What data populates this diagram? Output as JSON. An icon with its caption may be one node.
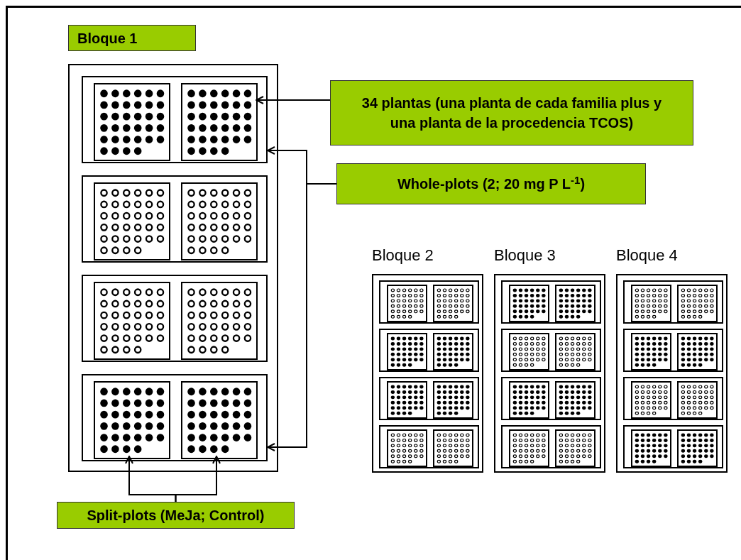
{
  "diagram": {
    "nodes": [
      {
        "text": [
          "Bloque 1"
        ]
      },
      {
        "text": [],
        "shape": "box"
      },
      {
        "text": [],
        "shape": "box",
        "in": 1
      },
      {
        "text": [],
        "shape": "box",
        "in": 1
      },
      {
        "text": [],
        "shape": "box",
        "in": 1
      },
      {
        "text": [],
        "shape": "box",
        "in": 1
      },
      {
        "text": [],
        "shape": "box",
        "in": 2
      },
      {
        "text": [],
        "shape": "box",
        "in": 2
      },
      {
        "text": [],
        "shape": "box",
        "in": 3
      },
      {
        "text": [],
        "shape": "box",
        "in": 3
      },
      {
        "text": [],
        "shape": "box",
        "in": 4
      },
      {
        "text": [],
        "shape": "box",
        "in": 4
      },
      {
        "text": [],
        "shape": "box",
        "in": 5
      },
      {
        "text": [],
        "shape": "box",
        "in": 5
      },
      {
        "text": [
          "34 plantas (una planta de cada familia plus y una planta de la procedencia TCOS)"
        ]
      },
      {
        "text": [
          "Whole-plots (2; 20 mg P L$^{-1}$)"
        ]
      },
      {
        "text": [
          "Bloque 2"
        ]
      },
      {
        "text": [],
        "shape": "box",
        "in": 16
      },
      {
        "text": [],
        "shape": "box",
        "in": 16
      },
      {
        "text": [],
        "shape": "box",
        "in": 16
      },
      {
        "text": [],
        "shape": "box",
        "in": 16
      },
      {
        "text": [],
        "shape": "box",
        "in": 17
      },
      {
        "text": [],
        "shape": "box",
        "in": 17
      },
      {
        "text": [],
        "shape": "box",
        "in": 18
      },
      {
        "text": [],
        "shape": "box",
        "in": 18
      },
      {
        "text": [],
        "shape": "box",
        "in": 19
      },
      {
        "text": [],
        "shape": "box",
        "in": 19
      },
      {
        "text": [],
        "shape": "box",
        "in": 20
      },
      {
        "text": [],
        "shape": "box",
        "in": 20
      },
      {
        "text": [
          "Bloque 3"
        ]
      },
      {
        "text": [],
        "shape": "box",
        "in": 29
      },
      {
        "text": [],
        "shape": "box",
        "in": 29
      },
      {
        "text": [],
        "shape": "box",
        "in": 29
      },
      {
        "text": [],
        "shape": "box",
        "in": 29
      },
      {
        "text": [],
        "shape": "box",
        "in": 30
      },
      {
        "text": [],
        "shape": "box",
        "in": 30
      },
      {
        "text": [],
        "shape": "box",
        "in": 31
      },
      {
        "text": [],
        "shape": "box",
        "in": 31
      },
      {
        "text": [],
        "shape": "box",
        "in": 32
      },
      {
        "text": [],
        "shape": "box",
        "in": 32
      },
      {
        "text": [],
        "shape": "box",
        "in": 33
      },
      {
        "text": [],
        "shape": "box",
        "in": 33
      },
      {
        "text": [
          "Bloque 4"
        ]
      },
      {
        "text": [],
        "shape": "box",
        "in": 42
      },
      {
        "text": [],
        "shape": "box",
        "in": 42
      },
      {
        "text": [],
        "shape": "box",
        "in": 42
      },
      {
        "text": [],
        "shape": "box",
        "in": 42
      },
      {
        "text": [],
        "shape": "box",
        "in": 43
      },
      {
        "text": [],
        "shape": "box",
        "in": 43
      },
      {
        "text": [],
        "shape": "box",
        "in": 44
      },
      {
        "text": [],
        "shape": "box",
        "in": 44
      },
      {
        "text": [],
        "shape": "box",
        "in": 45
      },
      {
        "text": [],
        "shape": "box",
        "in": 45
      },
      {
        "text": [],
        "shape": "box",
        "in": 46
      },
      {
        "text": [],
        "shape": "box",
        "in": 46
      },
      {
        "text": [
          "Split-plots (MeJa; Control)"
        ]
      }
    ],
    "edges": [
      {
        "from": 14,
        "to": 7,
        "arrow": "to"
      },
      {
        "from": 15,
        "to": 2,
        "arrow": "to"
      },
      {
        "from": 15,
        "to": 5,
        "arrow": "to"
      },
      {
        "from": 55,
        "to": 12,
        "arrow": "to"
      },
      {
        "from": 55,
        "to": 13,
        "arrow": "to"
      }
    ]
  }
}
